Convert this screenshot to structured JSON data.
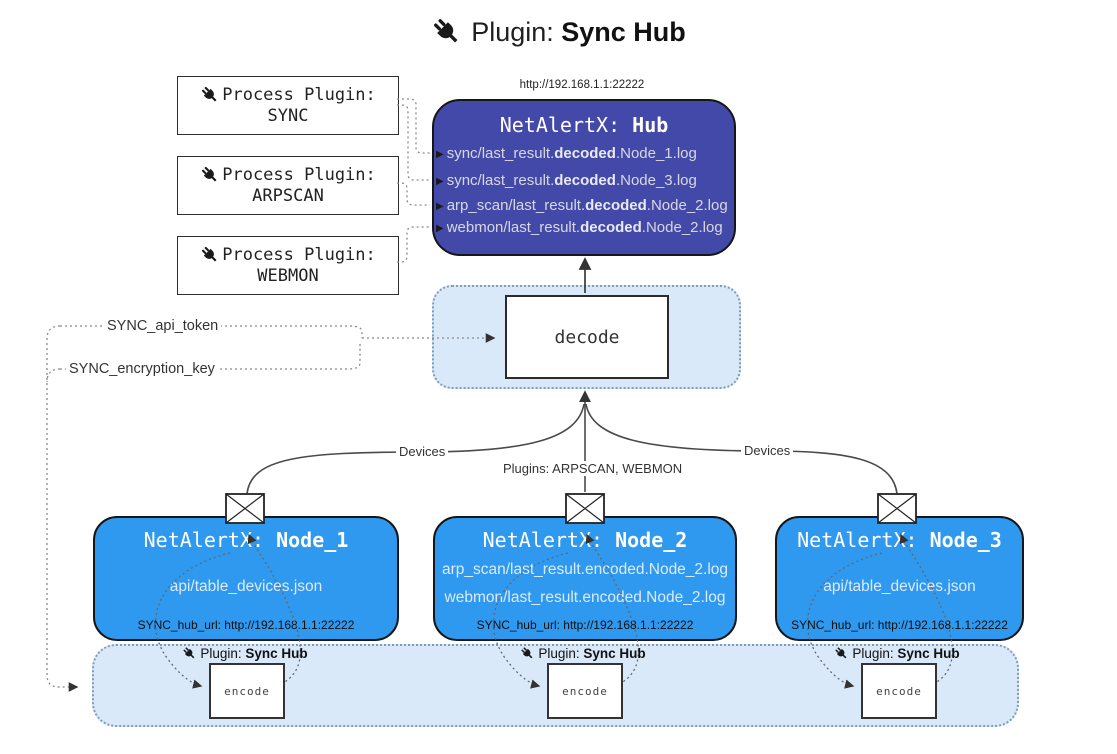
{
  "title": {
    "prefix": "Plugin: ",
    "bold": "Sync Hub"
  },
  "process_plugins": {
    "label": "Process Plugin:",
    "items": [
      "SYNC",
      "ARPSCAN",
      "WEBMON"
    ]
  },
  "hub": {
    "url": "http://192.168.1.1:22222",
    "title_prefix": "NetAlertX: ",
    "title_bold": "Hub",
    "rows": [
      {
        "pre": "sync/last_result.",
        "bold": "decoded",
        "post": ".Node_1.log"
      },
      {
        "pre": "sync/last_result.",
        "bold": "decoded",
        "post": ".Node_3.log"
      },
      {
        "pre": "arp_scan/last_result.",
        "bold": "decoded",
        "post": ".Node_2.log"
      },
      {
        "pre": "webmon/last_result.",
        "bold": "decoded",
        "post": ".Node_2.log"
      }
    ]
  },
  "decode_zone": {
    "label": "decode"
  },
  "config": {
    "api_token": "SYNC_api_token",
    "encryption_key": "SYNC_encryption_key"
  },
  "edges": {
    "devices_left": "Devices",
    "devices_right": "Devices",
    "plugins": "Plugins: ARPSCAN, WEBMON"
  },
  "nodes": [
    {
      "title_prefix": "NetAlertX: ",
      "title_bold": "Node_1",
      "lines": [
        "api/table_devices.json"
      ],
      "hub_url": "SYNC_hub_url: http://192.168.1.1:22222"
    },
    {
      "title_prefix": "NetAlertX: ",
      "title_bold": "Node_2",
      "lines": [
        "arp_scan/last_result.encoded.Node_2.log",
        "webmon/last_result.encoded.Node_2.log"
      ],
      "hub_url": "SYNC_hub_url: http://192.168.1.1:22222"
    },
    {
      "title_prefix": "NetAlertX: ",
      "title_bold": "Node_3",
      "lines": [
        "api/table_devices.json"
      ],
      "hub_url": "SYNC_hub_url: http://192.168.1.1:22222"
    }
  ],
  "encode_zone": {
    "plugin_prefix": "Plugin: ",
    "plugin_bold": "Sync Hub",
    "label": "encode"
  },
  "icons": {
    "row_marker": "▶"
  },
  "colors": {
    "hub_fill": "#4349a8",
    "node_fill": "#2f98ef",
    "zone_fill": "#d9e9fa",
    "zone_border": "#7f9db9",
    "wire_gray": "#8a8a8a",
    "wire_dark": "#3a3a3a"
  }
}
